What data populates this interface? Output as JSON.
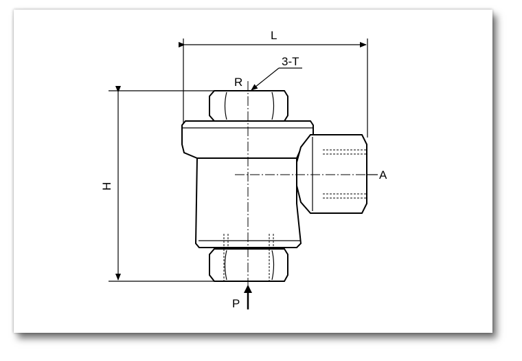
{
  "drawing": {
    "labels": {
      "length": "L",
      "height": "H",
      "thread": "3-T",
      "port_r": "R",
      "port_a": "A",
      "port_p": "P"
    }
  }
}
